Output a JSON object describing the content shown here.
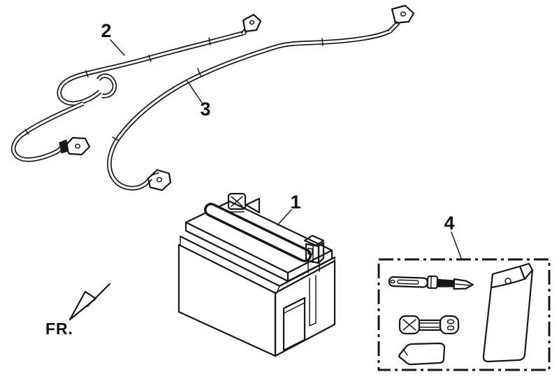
{
  "diagram": {
    "background": "#ffffff",
    "line_color": "#161616",
    "parts": [
      {
        "number": "1",
        "name": "battery"
      },
      {
        "number": "2",
        "name": "battery-cable-upper"
      },
      {
        "number": "3",
        "name": "battery-cable-lower"
      },
      {
        "number": "4",
        "name": "tool-kit-box"
      }
    ],
    "front_marker": {
      "label": "FR."
    }
  }
}
